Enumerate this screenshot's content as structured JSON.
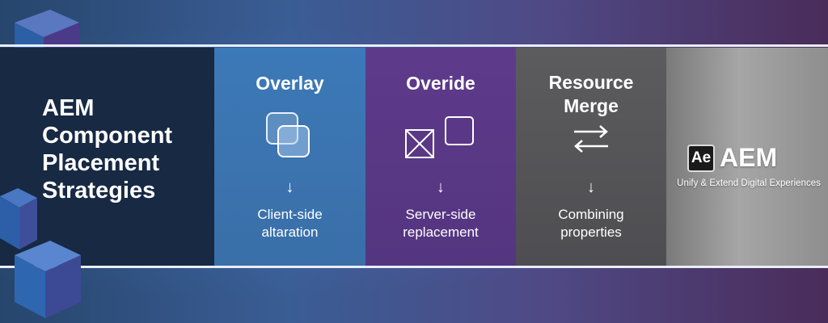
{
  "title": {
    "lines": [
      "AEM",
      "Component",
      "Placement",
      "Strategies"
    ]
  },
  "strategies": [
    {
      "heading_lines": [
        "Overlay"
      ],
      "icon": "overlapping-squares-icon",
      "arrow": "↓",
      "description_lines": [
        "Client-side",
        "altaration"
      ]
    },
    {
      "heading_lines": [
        "Overide"
      ],
      "icon": "replace-squares-icon",
      "arrow": "↓",
      "description_lines": [
        "Server-side",
        "replacement"
      ]
    },
    {
      "heading_lines": [
        "Resource",
        "Merge"
      ],
      "icon": "swap-arrows-icon",
      "arrow": "↓",
      "description_lines": [
        "Combining",
        "properties"
      ]
    }
  ],
  "brand": {
    "logo_text": "Ae",
    "name": "AEM",
    "tagline": "Unify & Extend Digital Experiences"
  },
  "colors": {
    "title_panel": "#172943",
    "overlay_panel": "#3c79b8",
    "override_panel": "#5e3a8b",
    "merge_panel": "#5c5c5e",
    "brand_panel": "#a6a6a6"
  }
}
